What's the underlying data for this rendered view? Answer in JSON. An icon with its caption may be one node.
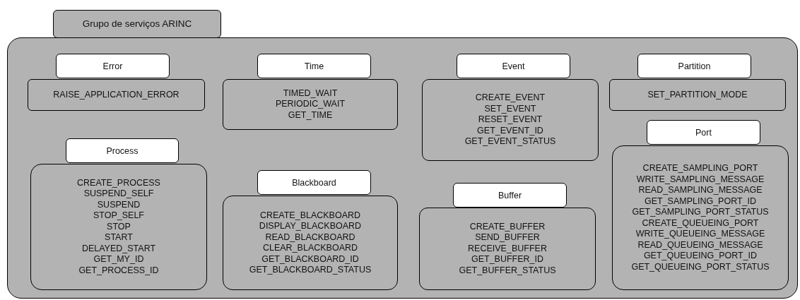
{
  "diagram": {
    "nodes": [
      {
        "text": [
          "Grupo de serviços ARINC"
        ]
      },
      {
        "text": [],
        "shape": "box"
      },
      {
        "text": [
          "Error"
        ],
        "in": 1
      },
      {
        "text": [
          "RAISE_APPLICATION_ERROR"
        ],
        "in": 1
      },
      {
        "text": [
          "Time"
        ],
        "in": 1
      },
      {
        "text": [
          "TIMED_WAIT",
          "PERIODIC_WAIT",
          "GET_TIME"
        ],
        "in": 1
      },
      {
        "text": [
          "Event"
        ],
        "in": 1
      },
      {
        "text": [
          "CREATE_EVENT",
          "SET_EVENT",
          "RESET_EVENT",
          "GET_EVENT_ID",
          "GET_EVENT_STATUS"
        ],
        "in": 1
      },
      {
        "text": [
          "Partition"
        ],
        "in": 1
      },
      {
        "text": [
          "SET_PARTITION_MODE"
        ],
        "in": 1
      },
      {
        "text": [
          "Port"
        ],
        "in": 1
      },
      {
        "text": [
          "CREATE_SAMPLING_PORT",
          "WRITE_SAMPLING_MESSAGE",
          "READ_SAMPLING_MESSAGE",
          "GET_SAMPLING_PORT_ID",
          "GET_SAMPLING_PORT_STATUS",
          "CREATE_QUEUEING_PORT",
          "WRITE_QUEUEING_MESSAGE",
          "READ_QUEUEING_MESSAGE",
          "GET_QUEUEING_PORT_ID",
          "GET_QUEUEING_PORT_STATUS"
        ],
        "in": 1
      },
      {
        "text": [
          "Process"
        ],
        "in": 1
      },
      {
        "text": [
          "CREATE_PROCESS",
          "SUSPEND_SELF",
          "SUSPEND",
          "STOP_SELF",
          "STOP",
          "START",
          "DELAYED_START",
          "GET_MY_ID",
          "GET_PROCESS_ID"
        ],
        "in": 1
      },
      {
        "text": [
          "Blackboard"
        ],
        "in": 1
      },
      {
        "text": [
          "CREATE_BLACKBOARD",
          "DISPLAY_BLACKBOARD",
          "READ_BLACKBOARD",
          "CLEAR_BLACKBOARD",
          "GET_BLACKBOARD_ID",
          "GET_BLACKBOARD_STATUS"
        ],
        "in": 1
      },
      {
        "text": [
          "Buffer"
        ],
        "in": 1
      },
      {
        "text": [
          "CREATE_BUFFER",
          "SEND_BUFFER",
          "RECEIVE_BUFFER",
          "GET_BUFFER_ID",
          "GET_BUFFER_STATUS"
        ],
        "in": 1
      }
    ]
  }
}
